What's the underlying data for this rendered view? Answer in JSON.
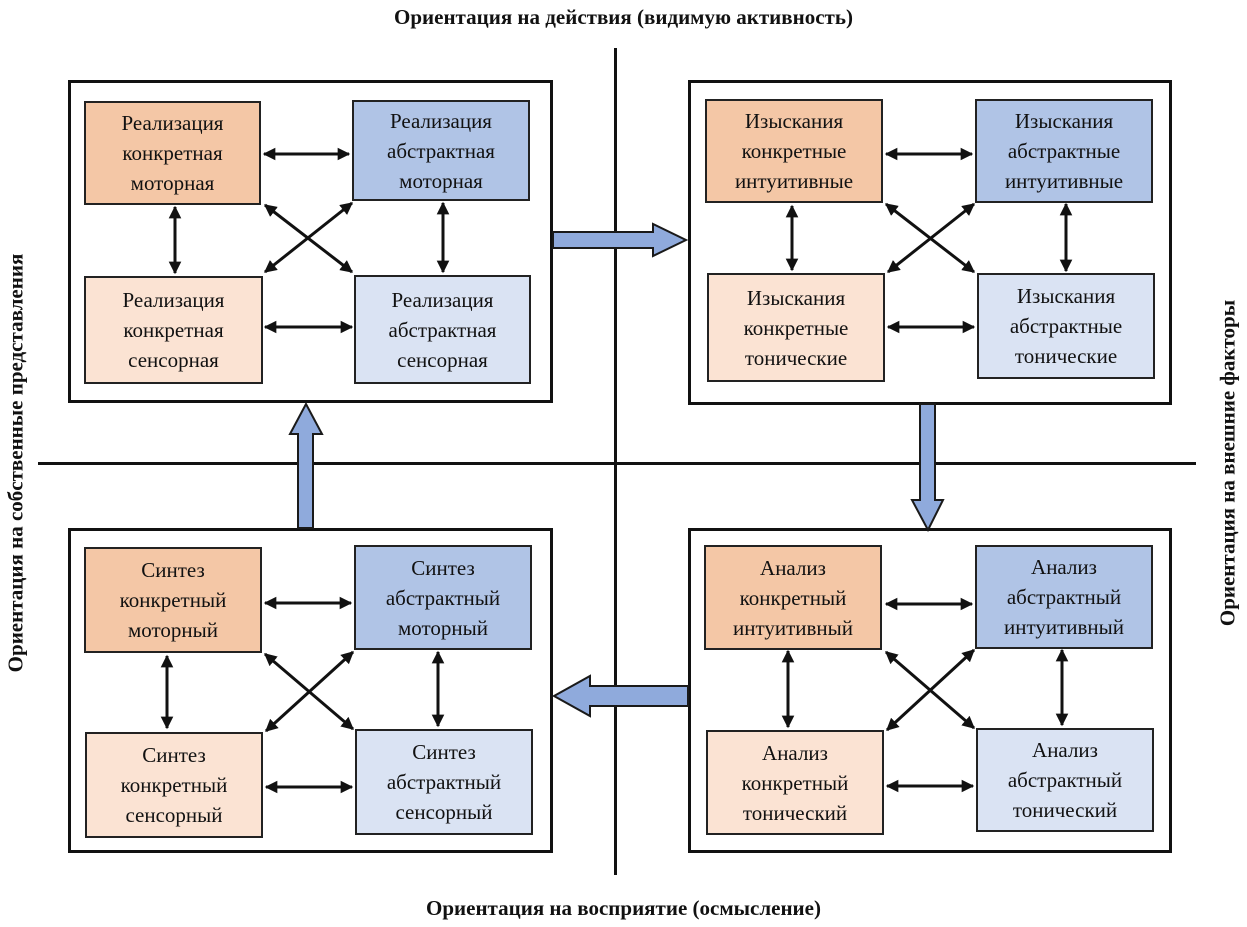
{
  "axes": {
    "top": "Ориентация на действия (видимую активность)",
    "bottom": "Ориентация на восприятие (осмысление)",
    "left": "Ориентация на собственные представления",
    "right": "Ориентация на внешние факторы"
  },
  "colors": {
    "concrete_primary": "#F4C7A6",
    "concrete_secondary": "#FBE3D3",
    "abstract_primary": "#B0C4E6",
    "abstract_secondary": "#DAE3F3",
    "flow_arrow_fill": "#8FAADC",
    "line": "#111111"
  },
  "quadrants": [
    {
      "id": "realization",
      "position": "top-left",
      "nodes": [
        {
          "role": "concrete-primary",
          "lines": [
            "Реализация",
            "конкретная",
            "моторная"
          ]
        },
        {
          "role": "abstract-primary",
          "lines": [
            "Реализация",
            "абстрактная",
            "моторная"
          ]
        },
        {
          "role": "concrete-secondary",
          "lines": [
            "Реализация",
            "конкретная",
            "сенсорная"
          ]
        },
        {
          "role": "abstract-secondary",
          "lines": [
            "Реализация",
            "абстрактная",
            "сенсорная"
          ]
        }
      ]
    },
    {
      "id": "search",
      "position": "top-right",
      "nodes": [
        {
          "role": "concrete-primary",
          "lines": [
            "Изыскания",
            "конкретные",
            "интуитивные"
          ]
        },
        {
          "role": "abstract-primary",
          "lines": [
            "Изыскания",
            "абстрактные",
            "интуитивные"
          ]
        },
        {
          "role": "concrete-secondary",
          "lines": [
            "Изыскания",
            "конкретные",
            "тонические"
          ]
        },
        {
          "role": "abstract-secondary",
          "lines": [
            "Изыскания",
            "абстрактные",
            "тонические"
          ]
        }
      ]
    },
    {
      "id": "synthesis",
      "position": "bottom-left",
      "nodes": [
        {
          "role": "concrete-primary",
          "lines": [
            "Синтез",
            "конкретный",
            "моторный"
          ]
        },
        {
          "role": "abstract-primary",
          "lines": [
            "Синтез",
            "абстрактный",
            "моторный"
          ]
        },
        {
          "role": "concrete-secondary",
          "lines": [
            "Синтез",
            "конкретный",
            "сенсорный"
          ]
        },
        {
          "role": "abstract-secondary",
          "lines": [
            "Синтез",
            "абстрактный",
            "сенсорный"
          ]
        }
      ]
    },
    {
      "id": "analysis",
      "position": "bottom-right",
      "nodes": [
        {
          "role": "concrete-primary",
          "lines": [
            "Анализ",
            "конкретный",
            "интуитивный"
          ]
        },
        {
          "role": "abstract-primary",
          "lines": [
            "Анализ",
            "абстрактный",
            "интуитивный"
          ]
        },
        {
          "role": "concrete-secondary",
          "lines": [
            "Анализ",
            "конкретный",
            "тонический"
          ]
        },
        {
          "role": "abstract-secondary",
          "lines": [
            "Анализ",
            "абстрактный",
            "тонический"
          ]
        }
      ]
    }
  ],
  "flow": [
    {
      "from": "realization",
      "to": "search",
      "direction": "right"
    },
    {
      "from": "search",
      "to": "analysis",
      "direction": "down"
    },
    {
      "from": "analysis",
      "to": "synthesis",
      "direction": "left"
    },
    {
      "from": "synthesis",
      "to": "realization",
      "direction": "up"
    }
  ],
  "inner_links": "each quadrant: all four nodes mutually connected by double-headed arrows (horizontal, vertical, diagonal)"
}
